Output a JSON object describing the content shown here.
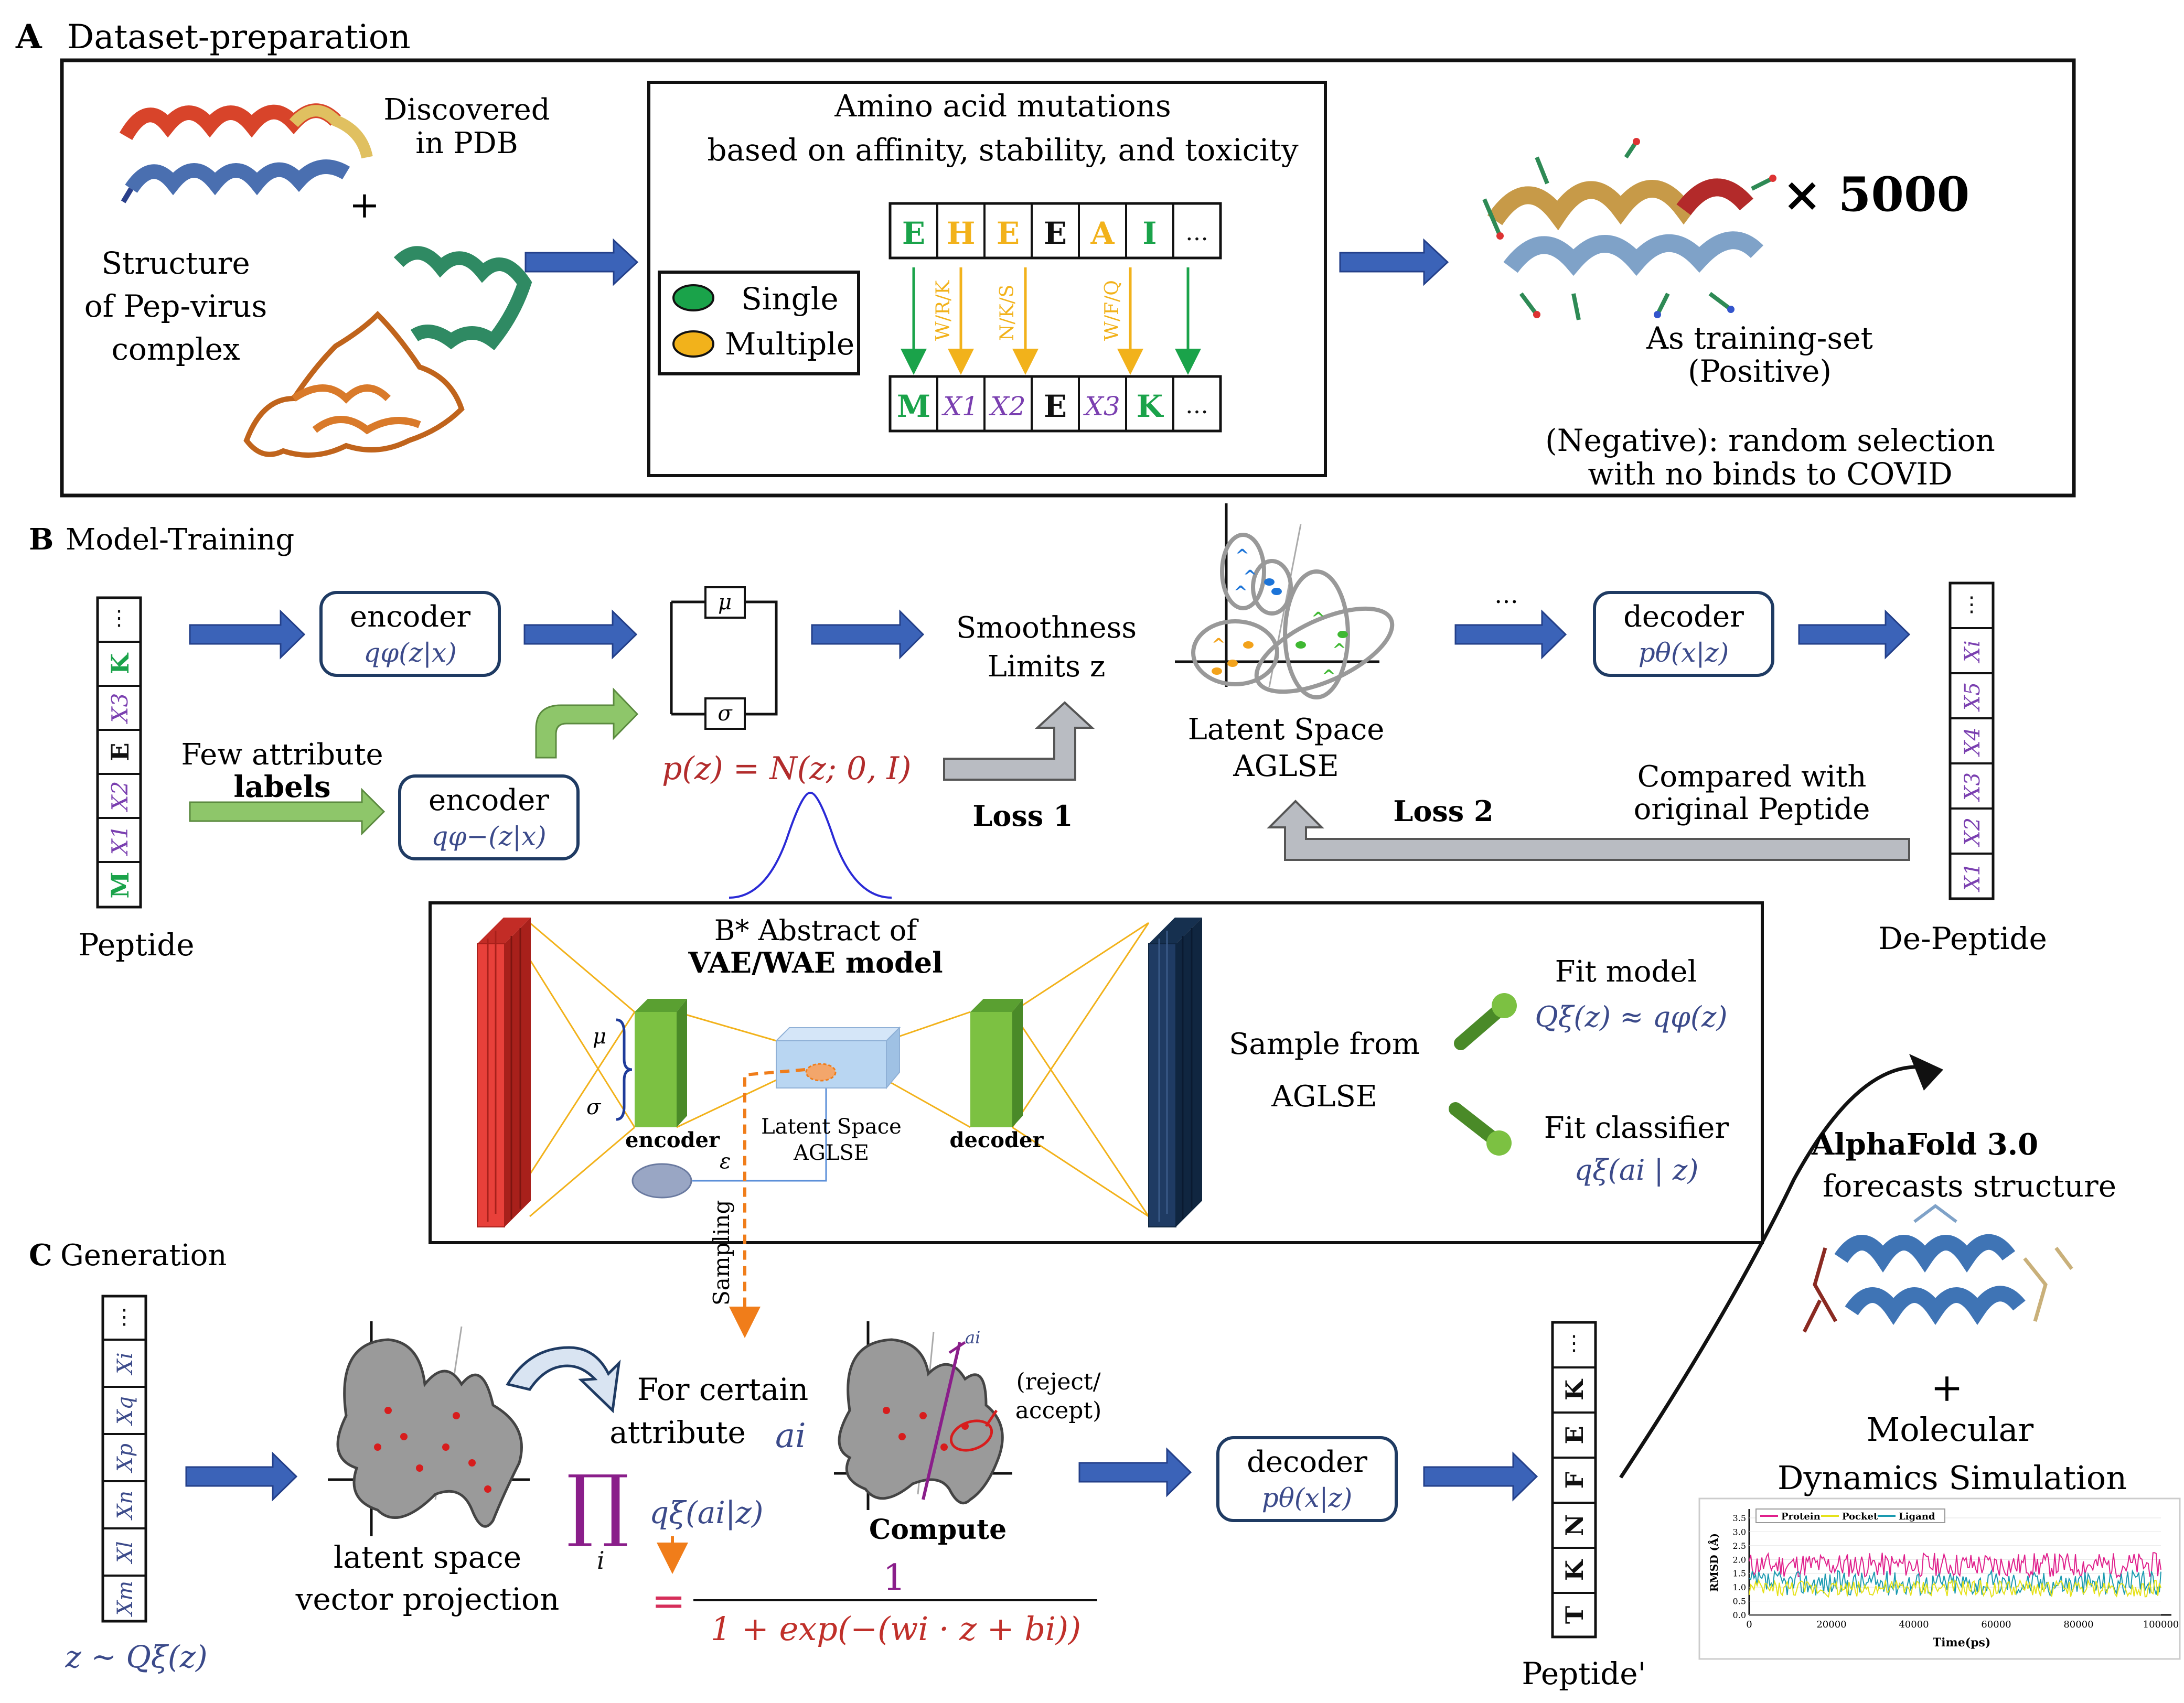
{
  "panelA": {
    "letter": "A",
    "title": "Dataset-preparation",
    "discovered_line1": "Discovered",
    "discovered_line2": "in PDB",
    "plus": "+",
    "structure_line1": "Structure",
    "structure_line2": "of Pep-virus",
    "structure_line3": "complex",
    "mutations_title1": "Amino acid mutations",
    "mutations_title2": "based on affinity, stability, and toxicity",
    "legend_single": "Single",
    "legend_multiple": "Multiple",
    "seq_top": [
      "E",
      "H",
      "E",
      "E",
      "A",
      "I",
      "…"
    ],
    "seq_bottom": [
      "M",
      "X1",
      "X2",
      "E",
      "X3",
      "K",
      "…"
    ],
    "arrow_labels": [
      "W/R/K",
      "N/K/S",
      "W/F/Q"
    ],
    "times": "× 5000",
    "training_line1": "As training-set",
    "training_line2": "(Positive)",
    "negative_line1": "(Negative): random selection",
    "negative_line2": "with no binds to COVID"
  },
  "panelB": {
    "letter": "B",
    "title": "Model-Training",
    "peptide_label": "Peptide",
    "peptide_seq": [
      "M",
      "X1",
      "X2",
      "E",
      "X3",
      "K",
      "⋮"
    ],
    "encoder1": "encoder",
    "encoder1_sub": "qφ(z|x)",
    "few_attr_line1": "Few attribute",
    "few_attr_line2": "labels",
    "encoder2": "encoder",
    "encoder2_sub": "qφ−(z|x)",
    "mu": "μ",
    "sigma": "σ",
    "prior": "p(z) = N(z; 0, I)",
    "smooth_line1": "Smoothness",
    "smooth_line2": "Limits z",
    "loss1": "Loss 1",
    "latent_line1": "Latent Space",
    "latent_line2": "AGLSE",
    "ellipsis": "…",
    "decoder": "decoder",
    "decoder_sub": "pθ(x|z)",
    "compared_line1": "Compared with",
    "compared_line2": "original Peptide",
    "loss2": "Loss 2",
    "depeptide_label": "De-Peptide",
    "depeptide_seq": [
      "X1",
      "X2",
      "X3",
      "X4",
      "X5",
      "Xi",
      "⋮"
    ]
  },
  "panelBstar": {
    "title_line1": "B*  Abstract of",
    "title_line2": "VAE/WAE model",
    "mu": "μ",
    "sigma": "σ",
    "encoder": "encoder",
    "epsilon": "ε",
    "latent_line1": "Latent Space",
    "latent_line2": "AGLSE",
    "decoder": "decoder",
    "sample_line1": "Sample from",
    "sample_line2": "AGLSE",
    "fit_model": "Fit model",
    "fit_model_eq": "Qξ(z) ≈ qφ(z)",
    "fit_classifier": "Fit classifier",
    "fit_classifier_eq": "qξ(ai | z)",
    "sampling": "Sampling"
  },
  "panelC": {
    "letter": "C",
    "title": "Generation",
    "input_seq": [
      "Xm",
      "Xl",
      "Xn",
      "Xp",
      "Xq",
      "Xi",
      "⋮"
    ],
    "z_sample": "z ~ Qξ(z)",
    "projection_line1": "latent space",
    "projection_line2": "vector projection",
    "attr_line1": "For certain",
    "attr_line2": "attribute",
    "attr_symbol": "ai",
    "prod": "∏",
    "prod_index": "i",
    "classifier": "qξ(ai|z)",
    "equals": "=",
    "numerator": "1",
    "denominator": "1 + exp(−(wi · z + bi))",
    "compute": "Compute",
    "reject_line1": "(reject/",
    "reject_line2": "accept)",
    "ai_small": "ai",
    "decoder": "decoder",
    "decoder_sub": "pθ(x|z)",
    "output_seq": [
      "T",
      "K",
      "N",
      "F",
      "E",
      "K",
      "⋮"
    ],
    "peptide_prime": "Peptide'",
    "alphafold_line1": "AlphaFold 3.0",
    "alphafold_line2": "forecasts structure",
    "plus": "+",
    "md_line1": "Molecular",
    "md_line2": "Dynamics Simulation",
    "rmsd": {
      "legend": [
        "Protein",
        "Pocket",
        "Ligand"
      ],
      "ylabel": "RMSD (Å)",
      "xlabel": "Time(ps)",
      "yticks": [
        "0.0",
        "0.5",
        "1.0",
        "1.5",
        "2.0",
        "2.5",
        "3.0",
        "3.5"
      ],
      "xticks": [
        "0",
        "20000",
        "40000",
        "60000",
        "80000",
        "100000"
      ]
    }
  },
  "colors": {
    "arrow_blue": "#3b63b8",
    "arrow_green": "#8ec66a",
    "arrow_gray": "#b9bcc2",
    "mut_green": "#1aa34a",
    "mut_orange": "#f2b21b",
    "x_purple": "#7a3fb0",
    "encoder_green": "#7cc142",
    "input_red": "#e8403a",
    "output_navy": "#1f3b63",
    "latent_blue": "#b9d6f2"
  }
}
